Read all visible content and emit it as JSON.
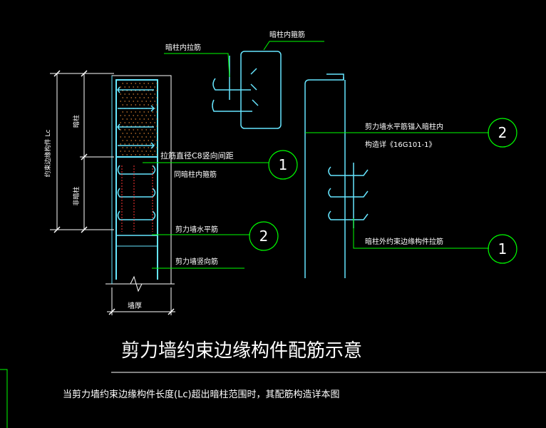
{
  "diagram": {
    "title": "剪力墙约束边缘构件配筋示意",
    "note": "当剪力墙约束边缘构件长度(Lc)超出暗柱范围时，其配筋构造详本图",
    "left_detail": {
      "dim_vertical_label": "约束边缘构件 Lc",
      "dim_top_label": "暗柱",
      "dim_bottom_label": "非暗柱",
      "dim_bottom_width_label": "墙厚",
      "hint_tie": "拉筋直径C8竖向间距",
      "hint_tie_2": "同暗柱内箍筋",
      "horiz_bar_label": "剪力墙水平筋",
      "vert_bar_label": "剪力墙竖向筋",
      "callout_1": "1",
      "callout_2": "2"
    },
    "top_detail": {
      "label_top": "暗柱内箍筋",
      "label_left": "暗柱内拉筋"
    },
    "right_detail": {
      "label_horiz_1": "剪力墙水平筋锚入暗柱内",
      "label_horiz_2": "构造详《16G101-1》",
      "label_bottom": "暗柱外约束边缘构件拉筋",
      "callout_2": "2",
      "callout_1": "1"
    }
  },
  "colors": {
    "background": "#000000",
    "outline": "#ffffff",
    "rebar": "#66e6ff",
    "leader": "#00ff00",
    "dots": "#ff9a3c",
    "dashed": "#ff3333",
    "text": "#ffffff"
  }
}
